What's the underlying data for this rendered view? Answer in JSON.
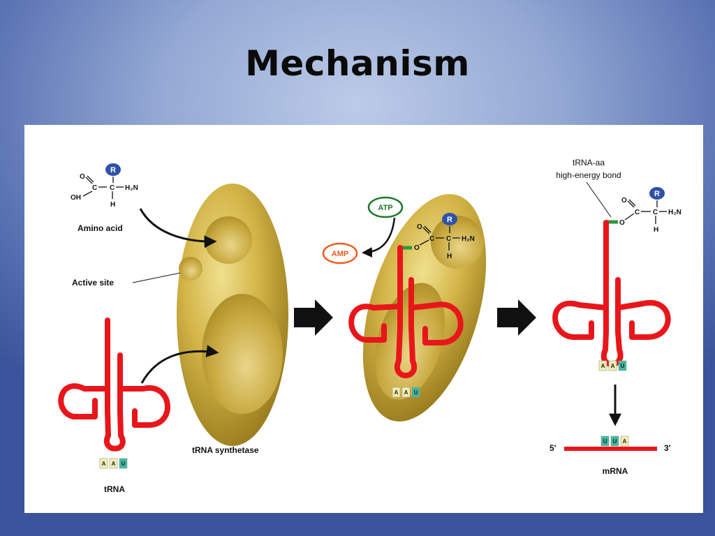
{
  "slide": {
    "title": "Mechanism"
  },
  "diagram": {
    "amino_acid": {
      "label": "Amino acid",
      "r_group": "R",
      "o_atom": "O",
      "oh_group": "OH",
      "carbon": "C",
      "amine": "H₂N",
      "hydrogen": "H"
    },
    "active_site_label": "Active site",
    "enzyme_label": "tRNA synthetase",
    "trna_label": "tRNA",
    "atp_label": "ATP",
    "amp_label": "AMP",
    "bond_label_line1": "tRNA-aa",
    "bond_label_line2": "high-energy bond",
    "mrna_label": "mRNA",
    "five_prime": "5'",
    "three_prime": "3'",
    "anticodon": [
      "A",
      "A",
      "U"
    ],
    "codon": [
      "U",
      "U",
      "A"
    ],
    "colors": {
      "trna": "#e8161b",
      "enzyme": "#c9a83a",
      "r_group": "#2f52a8",
      "atp_border": "#1a7a2a",
      "amp_border": "#f05a1e",
      "bond": "#2a9a3a",
      "base_yellow": "#f3eeb0",
      "base_teal": "#3fb9a0"
    }
  }
}
